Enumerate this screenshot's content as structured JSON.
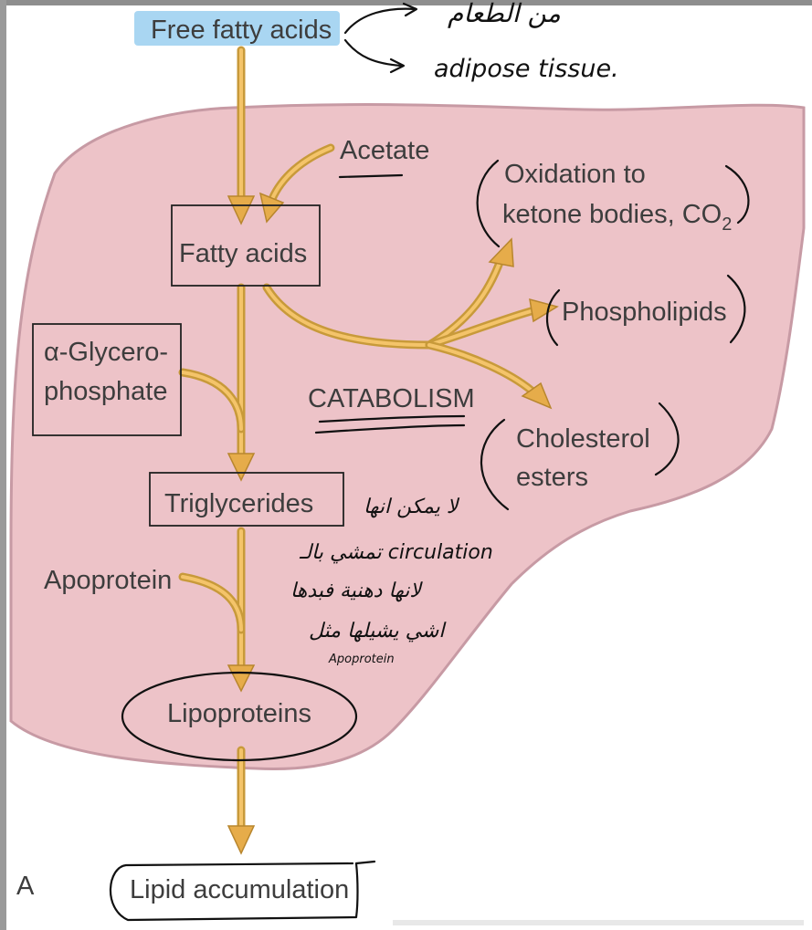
{
  "figure": {
    "panel_letter": "A",
    "nodes": {
      "free_fatty_acids": "Free fatty acids",
      "acetate": "Acetate",
      "fatty_acids": "Fatty acids",
      "oxidation_line1": "Oxidation to",
      "oxidation_line2": "ketone bodies, CO",
      "oxidation_sub": "2",
      "phospholipids": "Phospholipids",
      "glycero_line1": "α-Glycero-",
      "glycero_line2": "phosphate",
      "catabolism": "CATABOLISM",
      "cholesterol_line1": "Cholesterol",
      "cholesterol_line2": "esters",
      "triglycerides": "Triglycerides",
      "apoprotein": "Apoprotein",
      "lipoproteins": "Lipoproteins",
      "lipid_accumulation": "Lipid accumulation"
    },
    "annotations": {
      "top_arabic": "من الطعام",
      "adipose": "adipose tissue.",
      "arabic_1": "لا يمكن انها",
      "arabic_2": "تمشي بالـ circulation",
      "arabic_3": "لانها دهنية فبدها",
      "arabic_4": "اشي يشيلها مثل",
      "arabic_5": "Apoprotein"
    }
  }
}
